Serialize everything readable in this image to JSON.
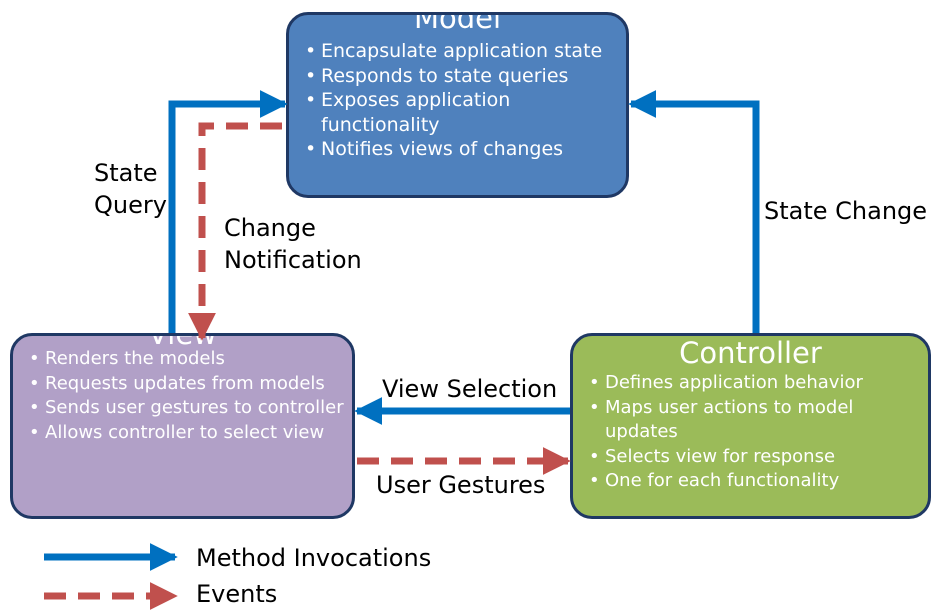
{
  "model": {
    "title": "Model",
    "bullets": [
      "Encapsulate application state",
      "Responds to state queries",
      "Exposes application functionality",
      "Notifies views of changes"
    ]
  },
  "view": {
    "title": "View",
    "bullets": [
      "Renders the models",
      "Requests updates from models",
      "Sends user gestures to controller",
      "Allows controller to select view"
    ]
  },
  "controller": {
    "title": "Controller",
    "bullets": [
      "Defines application behavior",
      "Maps user actions to model updates",
      "Selects view for response",
      "One for each functionality"
    ]
  },
  "arrows": {
    "state_query": "State Query",
    "change_notification": "Change Notification",
    "state_change": "State Change",
    "view_selection": "View Selection",
    "user_gestures": "User Gestures"
  },
  "legend": {
    "method_invocations": "Method Invocations",
    "events": "Events"
  },
  "colors": {
    "model_fill": "#4f81bd",
    "view_fill": "#b1a0c7",
    "controller_fill": "#9bbb59",
    "box_border": "#1f3864",
    "method_arrow": "#0070c0",
    "event_arrow": "#c0504d"
  }
}
